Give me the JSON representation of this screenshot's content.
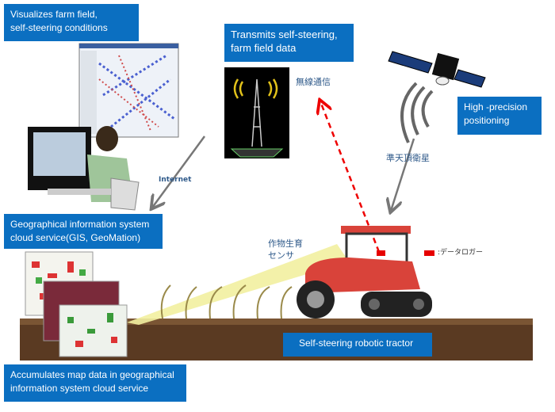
{
  "labels": {
    "visualizes": "Visualizes farm field,\nself-steering conditions",
    "transmits": "Transmits self-steering,\nfarm field data",
    "positioning": "High -precision\npositioning",
    "gis": "Geographical information system\ncloud service(GIS, GeoMation)",
    "tractor": "Self-steering robotic tractor",
    "accumulates": "Accumulates map data in geographical\ninformation system cloud service"
  },
  "annotations": {
    "wireless": "無線通信",
    "satellite": "準天頂衛星",
    "internet": "Internet",
    "sensor": "作物生育\nセンサ",
    "data_logger": ":データロガー"
  },
  "colors": {
    "box": "#0b6fc1",
    "tractor": "#d9433a",
    "logger": "#e60000",
    "soil": "#5a3a22"
  }
}
